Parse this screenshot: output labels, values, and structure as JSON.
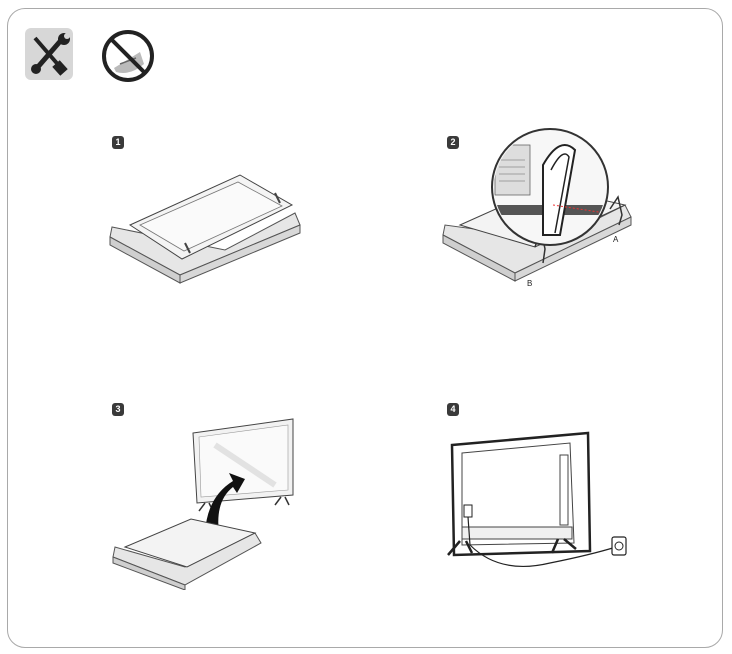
{
  "header": {
    "tools_icon": "wrench-screwdriver-icon",
    "no_tools_icon": "no-sharp-surface-icon"
  },
  "steps": [
    {
      "number": "1"
    },
    {
      "number": "2",
      "label_a": "A",
      "label_b": "B"
    },
    {
      "number": "3"
    },
    {
      "number": "4"
    }
  ],
  "colors": {
    "badge": "#3a3a3a",
    "tool_bg": "#d7d7d7",
    "frame": "#a9a9a9"
  }
}
